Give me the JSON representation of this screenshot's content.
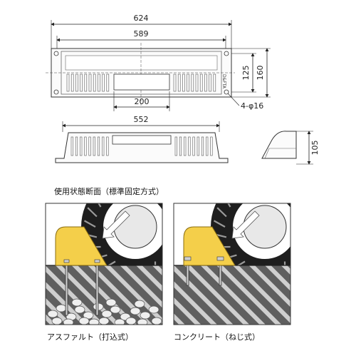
{
  "dimensions": {
    "overall_width": "624",
    "inner_width": "589",
    "depth_outer": "160",
    "depth_inner": "125",
    "center_window": "200",
    "hole_spec": "4-φ16",
    "side_base": "552",
    "height": "105"
  },
  "plate_lettering": "D&FTA",
  "section_title": "使用状態断面（標準固定方式）",
  "captions": {
    "asphalt": "アスファルト（打込式）",
    "concrete": "コンクリート（ねじ式）"
  },
  "colors": {
    "block_yellow": "#f4cf4a",
    "ground_dark": "#5f5f5f",
    "stripe_light": "#cfcfcf",
    "tire_dark": "#1e1e1e"
  }
}
